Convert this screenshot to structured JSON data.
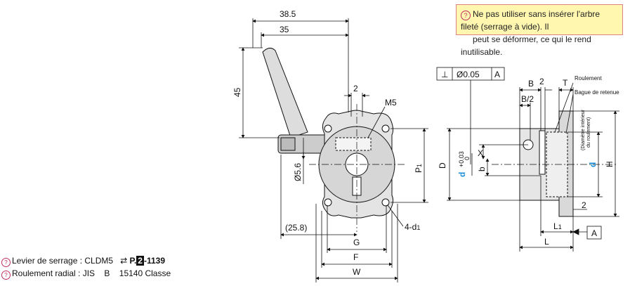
{
  "warning": {
    "line1": "Ne pas utiliser sans insérer l'arbre fileté (serrage à vide). Il",
    "line2": "peut se déformer, ce qui le rend inutilisable."
  },
  "notes": [
    {
      "label": "Levier de serrage : CLDM5",
      "ref_prefix": "P.",
      "ref_page": "2",
      "ref_num": "-1139"
    },
    {
      "label": "Roulement radial : JIS",
      "spec": "B",
      "spec2": "15140 Classe"
    }
  ],
  "front_view": {
    "dim_38_5": "38.5",
    "dim_35": "35",
    "dim_45": "45",
    "dim_2": "2",
    "dim_m5": "M5",
    "dim_p1": "P",
    "dim_p1_sub": "1",
    "dim_phi56": "Ø5.6",
    "dim_25_8": "(25.8)",
    "dim_g": "G",
    "dim_f": "F",
    "dim_w": "W",
    "dim_4d1": "4-d",
    "dim_4d1_sub": "1"
  },
  "side_view": {
    "tol_symbol": "⊥",
    "tol_value": "Ø0.05",
    "tol_datum": "A",
    "dim_b": "B",
    "dim_2": "2",
    "dim_t": "T",
    "dim_b2": "B/2",
    "roulement": "Roulement",
    "bague": "Bague de retenue",
    "diam_int_1": "(Diamètre intérieur",
    "diam_int_2": "du roulement)",
    "dim_x": "X",
    "dim_d": "D",
    "dim_d_small": "d",
    "dim_d_tol_plus": "+0.03",
    "dim_d_tol_zero": "0",
    "dim_b_lower": "b",
    "dim_d_right": "d",
    "dim_h": "H",
    "dim_2b": "2",
    "dim_l1": "L",
    "dim_l1_sub": "1",
    "dim_l": "L",
    "datum_a": "A"
  }
}
